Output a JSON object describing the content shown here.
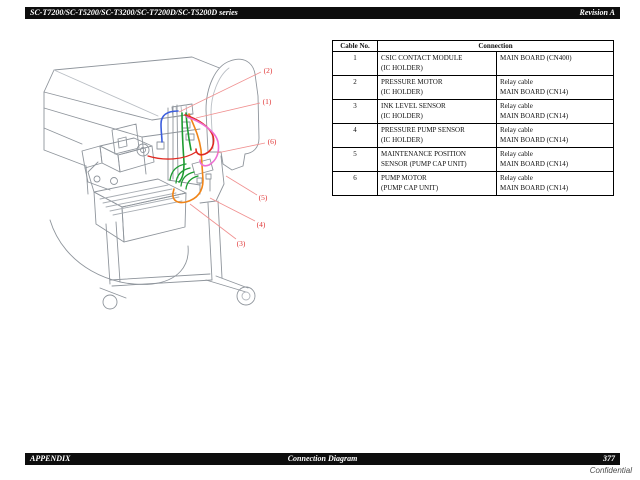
{
  "page_header": {
    "title": "SC-T7200/SC-T5200/SC-T3200/SC-T7200D/SC-T5200D series",
    "revision": "Revision A"
  },
  "table": {
    "headers": [
      "Cable No.",
      "Connection"
    ],
    "rows": [
      {
        "no": "1",
        "from": [
          "CSIC CONTACT MODULE",
          "(IC HOLDER)"
        ],
        "to": [
          "MAIN BOARD (CN400)"
        ]
      },
      {
        "no": "2",
        "from": [
          "PRESSURE MOTOR",
          "(IC HOLDER)"
        ],
        "to": [
          "Relay cable",
          "MAIN BOARD (CN14)"
        ]
      },
      {
        "no": "3",
        "from": [
          "INK LEVEL SENSOR",
          "(IC HOLDER)"
        ],
        "to": [
          "Relay cable",
          "MAIN BOARD (CN14)"
        ]
      },
      {
        "no": "4",
        "from": [
          "PRESSURE PUMP SENSOR",
          "(IC HOLDER)"
        ],
        "to": [
          "Relay cable",
          "MAIN BOARD (CN14)"
        ]
      },
      {
        "no": "5",
        "from": [
          "MAINTENANCE POSITION",
          "SENSOR (PUMP CAP UNIT)"
        ],
        "to": [
          "Relay cable",
          "MAIN BOARD (CN14)"
        ]
      },
      {
        "no": "6",
        "from": [
          "PUMP MOTOR",
          "(PUMP CAP UNIT)"
        ],
        "to": [
          "Relay cable",
          "MAIN BOARD (CN14)"
        ]
      }
    ]
  },
  "diagram": {
    "callouts": [
      {
        "label": "(1)"
      },
      {
        "label": "(2)"
      },
      {
        "label": "(3)"
      },
      {
        "label": "(4)"
      },
      {
        "label": "(5)"
      },
      {
        "label": "(6)"
      }
    ],
    "cable_colors": {
      "blue": "#3c5ede",
      "green": "#1d9b31",
      "orange": "#f08418",
      "red": "#e02a22",
      "magenta": "#ee6ed2"
    },
    "callout_color": "#e03535",
    "line_art_color": "#8f959c"
  },
  "page_footer": {
    "section": "APPENDIX",
    "title": "Connection Diagram",
    "page_number": "377",
    "watermark": "Confidential"
  }
}
